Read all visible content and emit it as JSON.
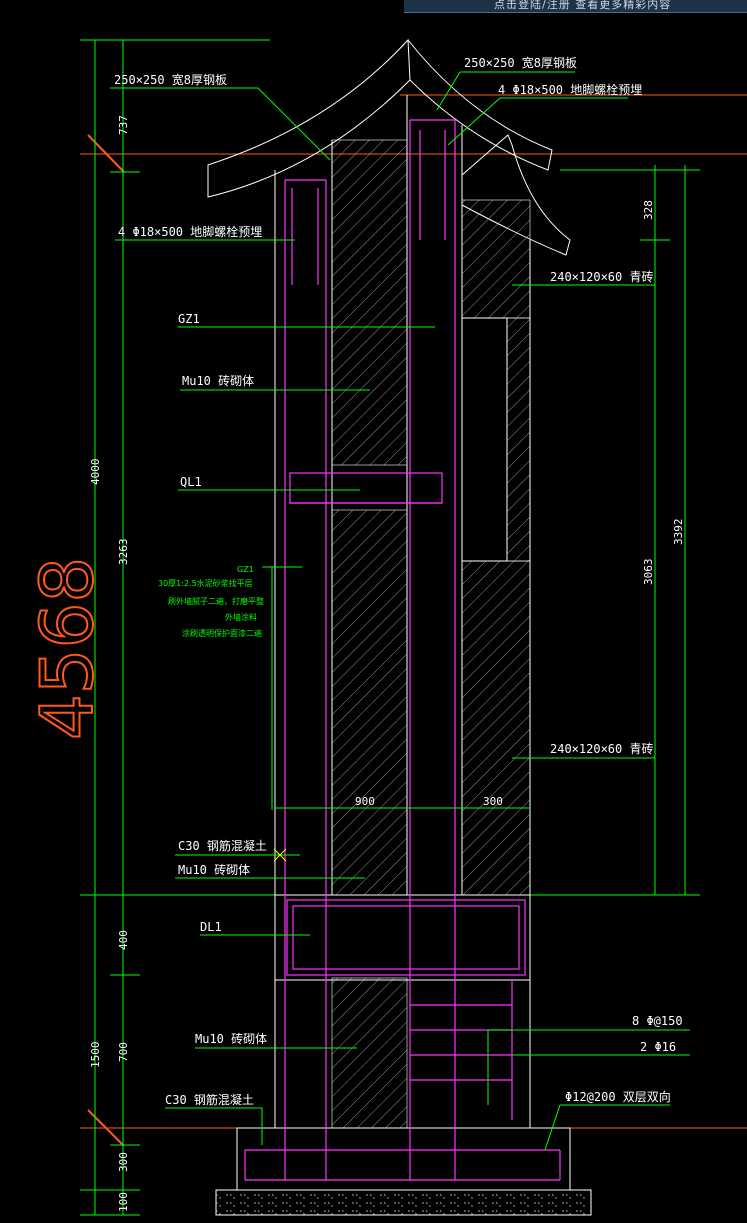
{
  "window": {
    "title": "点击登陆/注册 查看更多精彩内容"
  },
  "labels": {
    "plate_left": "250×250 宽8厚钢板",
    "plate_right": "250×250 宽8厚钢板",
    "bolt_right": "4 Φ18×500 地脚螺栓预埋",
    "bolt_left": "4 Φ18×500 地脚螺栓预埋",
    "gz1": "GZ1",
    "mu10_top": "Mu10 砖砌体",
    "ql1": "QL1",
    "brick_top": "240×120×60 青砖",
    "brick_mid": "240×120×60 青砖",
    "c30_mid": "C30 钢筋混凝土",
    "mu10_mid": "Mu10 砖砌体",
    "dl1": "DL1",
    "mu10_bot": "Mu10 砖砌体",
    "c30_bot": "C30 钢筋混凝土",
    "rebar1": "8 Φ@150",
    "rebar2": "2 Φ16",
    "rebar3": "Φ12@200 双层双向"
  },
  "notes": [
    "GZ1",
    "30厚1:2.5水泥砂浆找平层",
    "刷外墙腻子二遍，打磨平整",
    "外墙涂料",
    "涂刷透明保护面漆二遍"
  ],
  "dims": {
    "d737": "737",
    "d4000": "4000",
    "d3263": "3263",
    "d400": "400",
    "d1500": "1500",
    "d700": "700",
    "d300": "300",
    "d100": "100",
    "d328": "328",
    "d3392": "3392",
    "d3063": "3063",
    "d900": "900",
    "d300b": "300",
    "total": "4568"
  },
  "colors": {
    "line": "#ffffff",
    "dimension": "#00ff00",
    "rebar": "#ff33ff",
    "axis": "#ff5a1a",
    "hatch": "#ffffff"
  }
}
